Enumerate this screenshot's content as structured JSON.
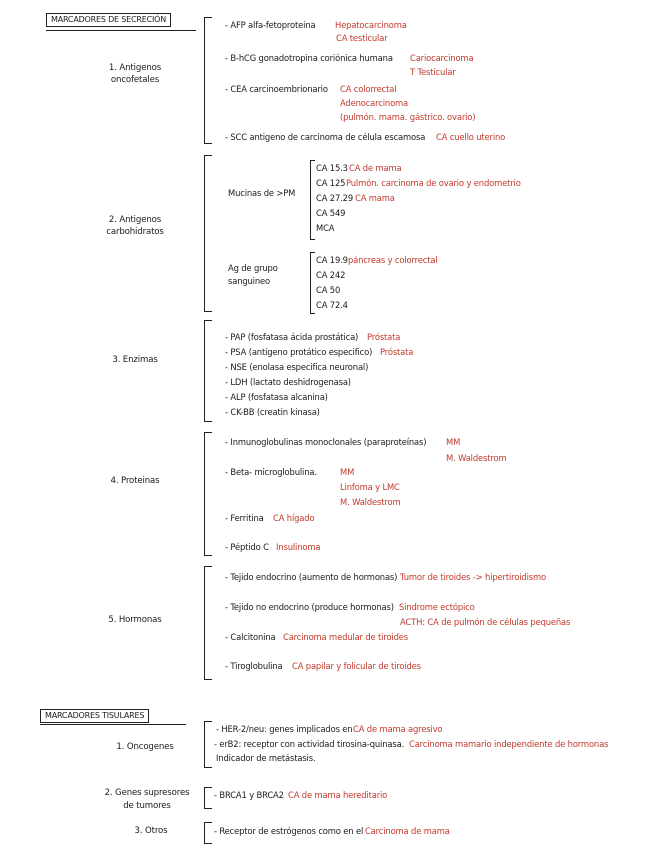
{
  "secretion": {
    "header": "MARCADORES DE SECRECIÓN",
    "oncofetal": {
      "cat1": "1. Antigenos",
      "cat2": "oncofetales",
      "afp": "- AFP alfa-fetoproteina",
      "afp_r1": "Hepatocarcinoma",
      "afp_r2": "CA testicular",
      "hcg": "- B-hCG gonadotropina coriónica humana",
      "hcg_r1": "Cariocarcinoma",
      "hcg_r2": "T Testicular",
      "cea": "- CEA carcinoembrionario",
      "cea_r1": "CA colorrectal",
      "cea_r2": "Adenocarcinoma",
      "cea_r3": "(pulmón. mama. gástrico. ovario)",
      "scc": "- SCC antigeno de carcinoma de célula escamosa",
      "scc_r": "CA cuello uterino"
    },
    "carb": {
      "cat1": "2. Antigenos",
      "cat2": "carbohidratos",
      "mucinas": "Mucinas de >PM",
      "ca153": "CA 15.3",
      "ca153_r": "CA de mama",
      "ca125": "CA 125",
      "ca125_r": "Pulmón. carcinoma de ovario y endometrio",
      "ca2729": "CA 27.29",
      "ca2729_r": "CA mama",
      "ca549": "CA 549",
      "mca": "MCA",
      "ag1": "Ag de grupo",
      "ag2": "sanguineo",
      "ca199": "CA 19.9",
      "ca199_r": "páncreas y colorrectal",
      "ca242": "CA 242",
      "ca50": "CA 50",
      "ca724": "CA 72.4"
    },
    "enz": {
      "cat": "3. Enzimas",
      "pap": "- PAP (fosfatasa ácida prostática)",
      "pap_r": "Próstata",
      "psa": "- PSA (antigeno protático especifico)",
      "psa_r": "Próstata",
      "nse": "- NSE (enolasa especifica neuronal)",
      "ldh": "- LDH (lactato deshidrogenasa)",
      "alp": "- ALP (fosfatasa alcanina)",
      "ckbb": "- CK-BB (creatin kinasa)"
    },
    "prot": {
      "cat": "4. Proteinas",
      "ig": "- Inmunoglobulinas monoclonales (paraproteínas)",
      "ig_r1": "MM",
      "ig_r2": "M. Waldestrom",
      "beta": "- Beta- microglobulina.",
      "beta_r1": "MM",
      "beta_r2": "Linfoma y LMC",
      "beta_r3": "M. Waldestrom",
      "ferr": "- Ferritina",
      "ferr_r": "CA hígado",
      "pep": "- Péptido C",
      "pep_r": "Insulinoma"
    },
    "horm": {
      "cat": "5. Hormonas",
      "endo": "- Tejido endocrino (aumento de hormonas)",
      "endo_r": "Tumor de tiroides -> hipertiroidismo",
      "noendo": "- Tejido no endocrino (produce hormonas)",
      "noendo_r1": "Sindrome ectópico",
      "noendo_r2": "ACTH: CA de pulmón de células pequeñas",
      "calc": "- Calcitonina",
      "calc_r": "Carcinoma medular de tiroides",
      "tiro": "- Tiroglobulina",
      "tiro_r": "CA papilar y folicular de tiroides"
    }
  },
  "tissue": {
    "header": "MARCADORES TISULARES",
    "onc": {
      "cat": "1. Oncogenes",
      "her2": "- HER-2/neu: genes implicados en",
      "her2_r": "CA de mama agresivo",
      "erb": "- erB2: receptor con actividad tirosina-quinasa.",
      "erb_r": "Carcinoma mamario independiente de hormonas",
      "meta": "Indicador de metástasis."
    },
    "sup": {
      "cat1": "2. Genes supresores",
      "cat2": "de tumores",
      "brca": "- BRCA1 y BRCA2",
      "brca_r": "CA de mama hereditario"
    },
    "otros": {
      "cat": "3. Otros",
      "rec": "- Receptor de estrógenos como en el",
      "rec_r": "Carcinoma de mama"
    }
  }
}
